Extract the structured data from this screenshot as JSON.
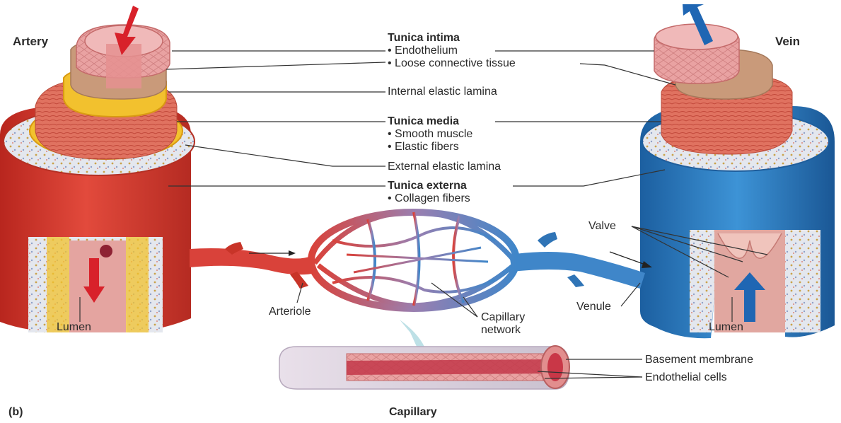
{
  "labels": {
    "artery": "Artery",
    "vein": "Vein",
    "tunica_intima": "Tunica intima",
    "endothelium": "• Endothelium",
    "loose_connective": "• Loose connective tissue",
    "internal_elastic": "Internal elastic lamina",
    "tunica_media": "Tunica media",
    "smooth_muscle": "• Smooth muscle",
    "elastic_fibers": "• Elastic fibers",
    "external_elastic": "External elastic lamina",
    "tunica_externa": "Tunica externa",
    "collagen_fibers": "• Collagen fibers",
    "valve": "Valve",
    "lumen_artery": "Lumen",
    "lumen_vein": "Lumen",
    "arteriole": "Arteriole",
    "venule": "Venule",
    "capillary_network_1": "Capillary",
    "capillary_network_2": "network",
    "basement_membrane": "Basement membrane",
    "endothelial_cells": "Endothelial cells",
    "capillary": "Capillary",
    "panel": "(b)"
  },
  "colors": {
    "artery_red": "#d63a2e",
    "artery_dark": "#a8231c",
    "intima_pink": "#e89a9a",
    "loose_tan": "#c99a7a",
    "elastic_yellow": "#f2c12e",
    "media_muscle": "#dd6a55",
    "externa_grey": "#dfe3ea",
    "vein_blue": "#2f7fc4",
    "vein_dark": "#1d5d99",
    "flow_arrow_red": "#d8212a",
    "flow_arrow_blue": "#1f66b3",
    "leader_line": "#333333"
  },
  "icons": {
    "artery_inflow": "arrow-down-icon",
    "artery_lumen_flow": "arrow-down-icon",
    "vein_outflow": "arrow-up-icon",
    "vein_lumen_flow": "arrow-up-icon"
  }
}
